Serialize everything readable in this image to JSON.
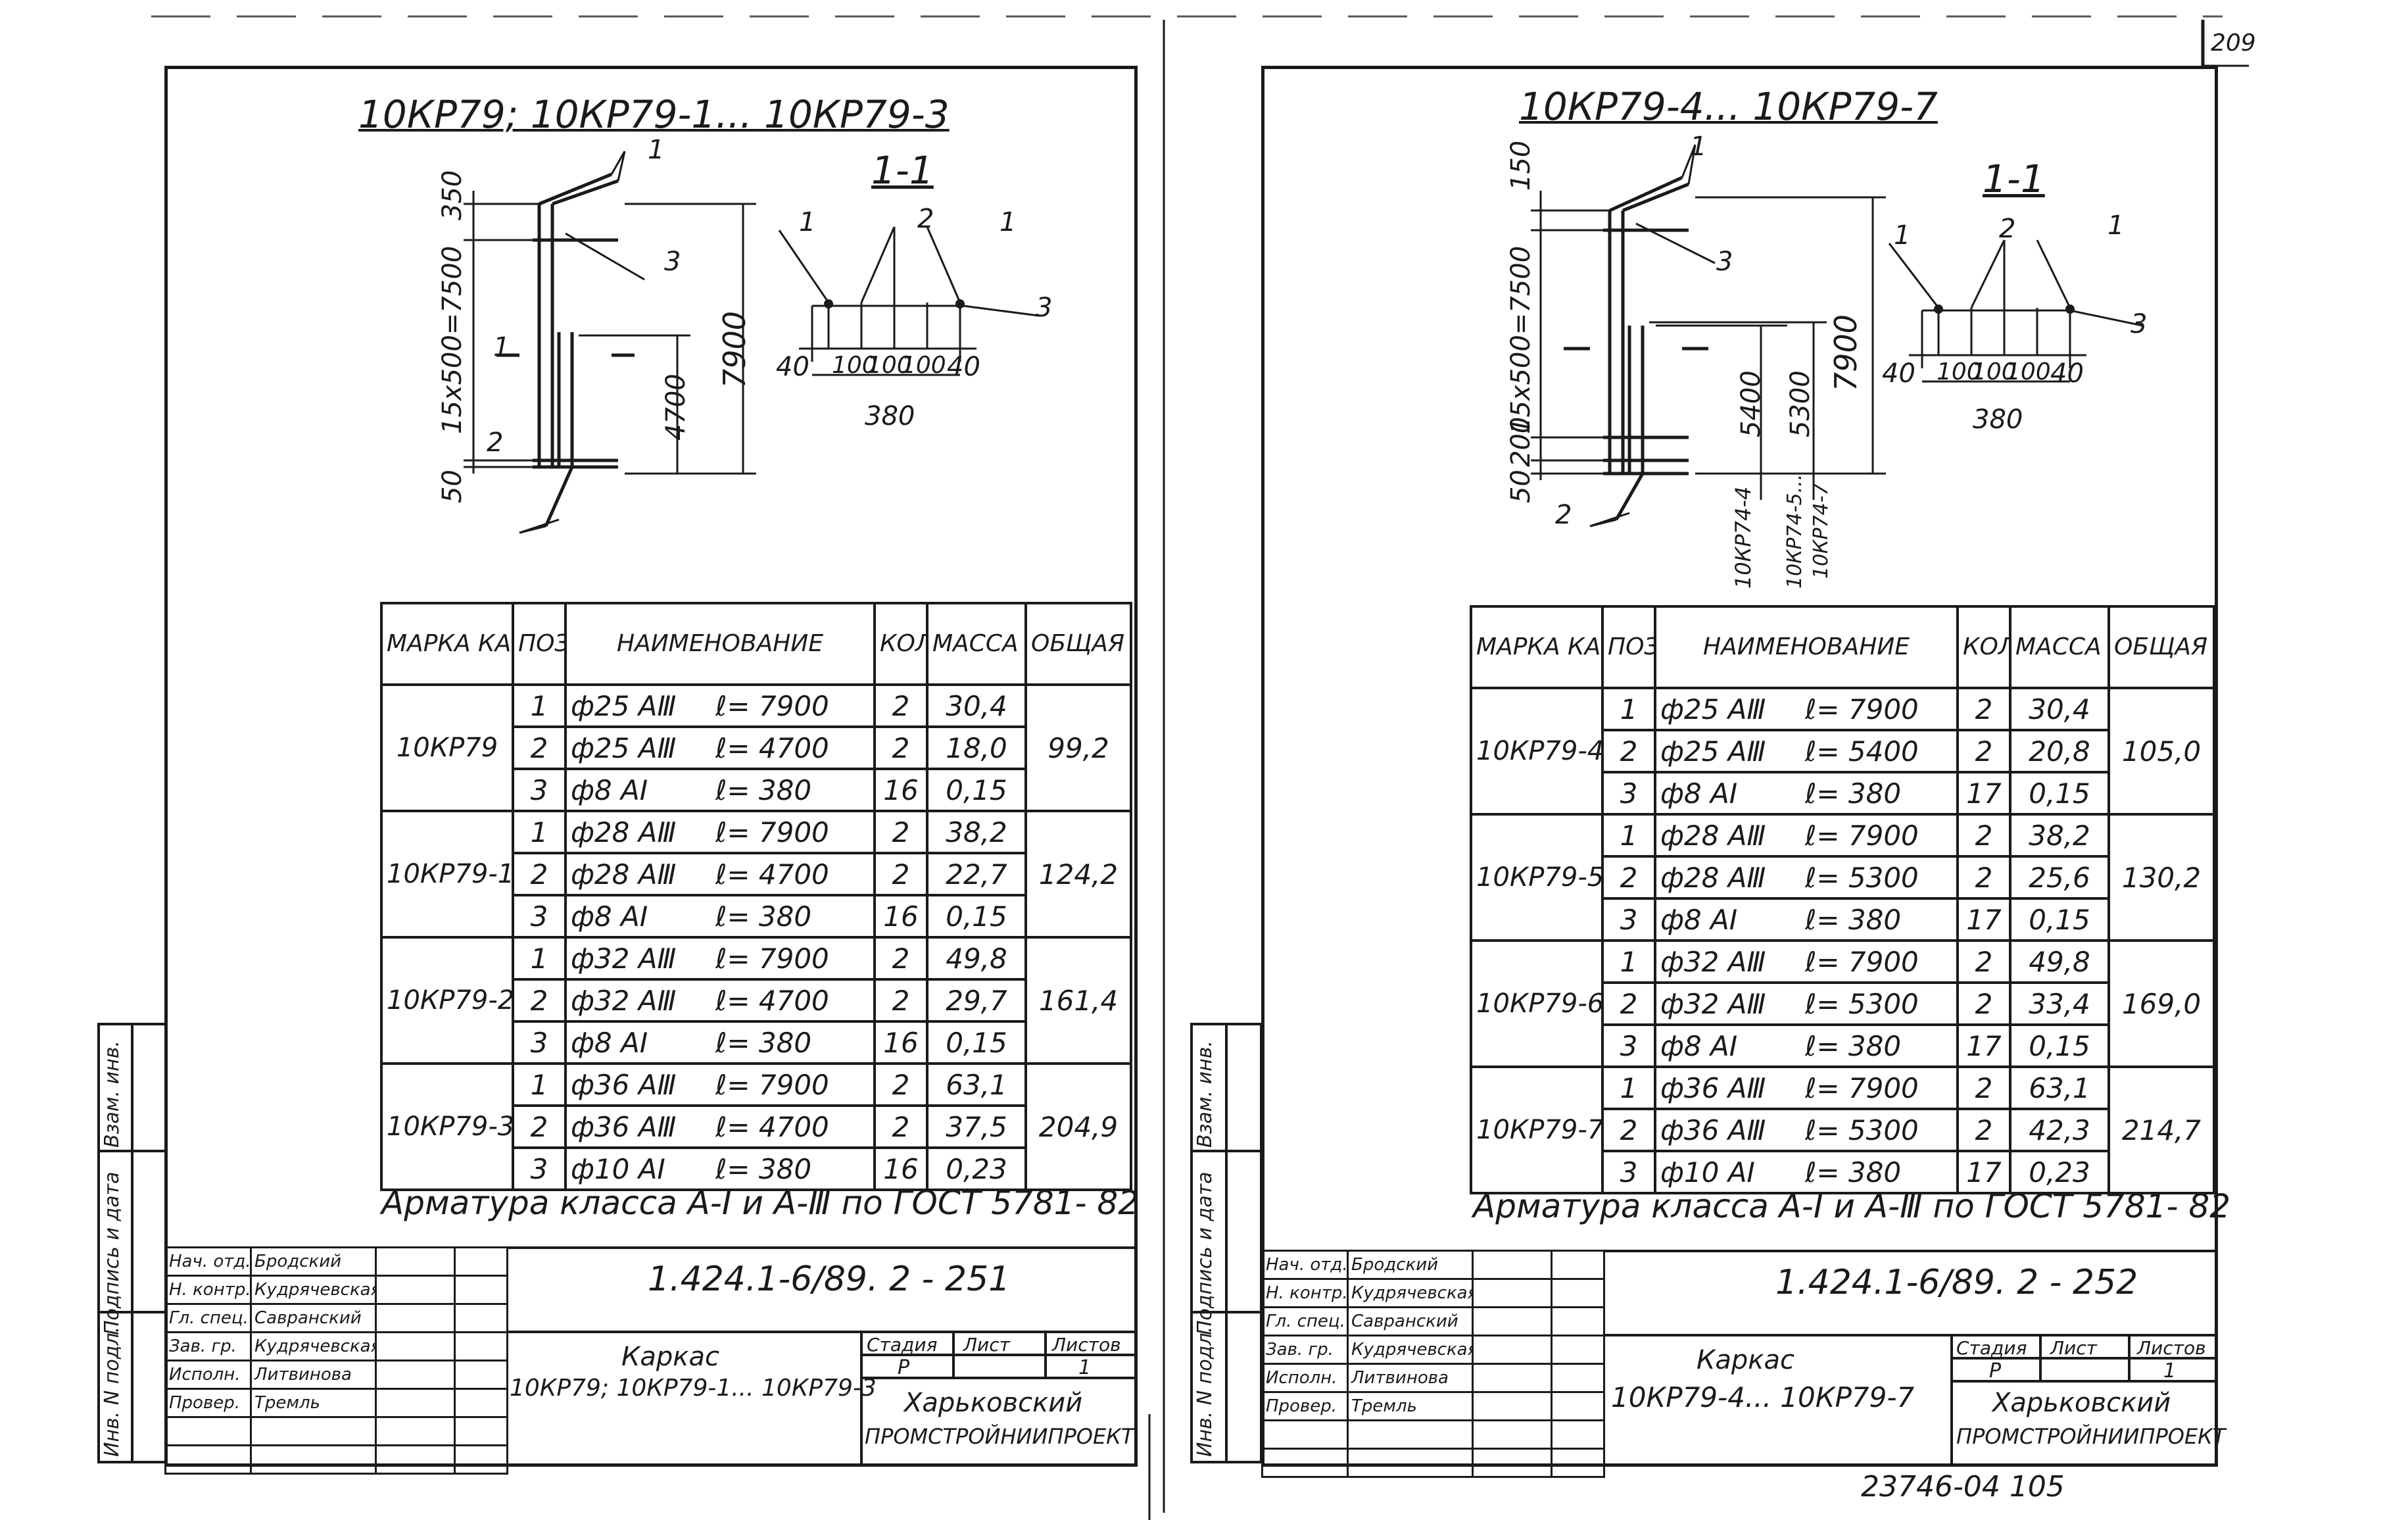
{
  "page_number": "209",
  "archive_number": "23746-04  105",
  "left": {
    "title": "10КР79; 10КР79-1... 10КР79-3",
    "section_label": "1-1",
    "drawing": {
      "callouts": [
        "1",
        "2",
        "3",
        "1",
        "1",
        "2",
        "1",
        "3"
      ],
      "dims_vertical": [
        "350",
        "15x500=7500",
        "50",
        "4700",
        "7900"
      ],
      "dims_section": [
        "40",
        "100",
        "100",
        "100",
        "40",
        "380"
      ]
    },
    "table": {
      "headers": [
        "МАРКА КАРКАСА",
        "ПОЗ.",
        "НАИМЕНОВАНИЕ",
        "КОЛ.",
        "МАССА ЕД. КГ",
        "ОБЩАЯ МАССА, КГ"
      ],
      "groups": [
        {
          "mark": "10КР79",
          "total": "99,2",
          "rows": [
            {
              "pos": "1",
              "name": "ф25 АⅢ",
              "len": "ℓ= 7900",
              "qty": "2",
              "mass": "30,4"
            },
            {
              "pos": "2",
              "name": "ф25 АⅢ",
              "len": "ℓ= 4700",
              "qty": "2",
              "mass": "18,0"
            },
            {
              "pos": "3",
              "name": "ф8 АI",
              "len": "ℓ= 380",
              "qty": "16",
              "mass": "0,15"
            }
          ]
        },
        {
          "mark": "10КР79-1",
          "total": "124,2",
          "rows": [
            {
              "pos": "1",
              "name": "ф28 АⅢ",
              "len": "ℓ= 7900",
              "qty": "2",
              "mass": "38,2"
            },
            {
              "pos": "2",
              "name": "ф28 АⅢ",
              "len": "ℓ= 4700",
              "qty": "2",
              "mass": "22,7"
            },
            {
              "pos": "3",
              "name": "ф8 АI",
              "len": "ℓ= 380",
              "qty": "16",
              "mass": "0,15"
            }
          ]
        },
        {
          "mark": "10КР79-2",
          "total": "161,4",
          "rows": [
            {
              "pos": "1",
              "name": "ф32 АⅢ",
              "len": "ℓ= 7900",
              "qty": "2",
              "mass": "49,8"
            },
            {
              "pos": "2",
              "name": "ф32 АⅢ",
              "len": "ℓ= 4700",
              "qty": "2",
              "mass": "29,7"
            },
            {
              "pos": "3",
              "name": "ф8 АI",
              "len": "ℓ= 380",
              "qty": "16",
              "mass": "0,15"
            }
          ]
        },
        {
          "mark": "10КР79-3",
          "total": "204,9",
          "rows": [
            {
              "pos": "1",
              "name": "ф36 АⅢ",
              "len": "ℓ= 7900",
              "qty": "2",
              "mass": "63,1"
            },
            {
              "pos": "2",
              "name": "ф36 АⅢ",
              "len": "ℓ= 4700",
              "qty": "2",
              "mass": "37,5"
            },
            {
              "pos": "3",
              "name": "ф10 АI",
              "len": "ℓ= 380",
              "qty": "16",
              "mass": "0,23"
            }
          ]
        }
      ]
    },
    "note": "Арматура класса А-I и А-Ⅲ по ГОСТ 5781- 82",
    "stamp": {
      "roles": [
        "Нач. отд.",
        "Н. контр.",
        "Гл. спец.",
        "Зав. гр.",
        "Исполн.",
        "Провер."
      ],
      "names": [
        "Бродский",
        "Кудрячевская",
        "Савранский",
        "Кудрячевская",
        "Литвинова",
        "Тремль"
      ],
      "code": "1.424.1-6/89. 2 - 251",
      "name_line1": "Каркас",
      "name_line2": "10КР79; 10КР79-1... 10КР79-3",
      "stage_h": "Стадия",
      "sheet_h": "Лист",
      "sheets_h": "Листов",
      "stage": "Р",
      "sheet": "",
      "sheets": "1",
      "org1": "Харьковский",
      "org2": "ПРОМСТРОЙНИИПРОЕКТ"
    },
    "side": [
      "Взам. инв.",
      "Подпись и дата",
      "Инв. N подл."
    ]
  },
  "right": {
    "title": "10КР79-4... 10КР79-7",
    "section_label": "1-1",
    "drawing": {
      "callouts": [
        "1",
        "3",
        "2",
        "1",
        "2",
        "1",
        "3"
      ],
      "dims_vertical": [
        "150",
        "15x500=7500",
        "200",
        "50",
        "5400",
        "5300",
        "7900"
      ],
      "leg_labels": [
        "10КР74-4",
        "10КР74-5...",
        "10КР74-7"
      ],
      "dims_section": [
        "40",
        "100",
        "100",
        "100",
        "40",
        "380"
      ]
    },
    "table": {
      "headers": [
        "МАРКА КАРКАСА",
        "ПОЗ.",
        "НАИМЕНОВАНИЕ",
        "КОЛ.",
        "МАССА ЕД. КГ",
        "ОБЩАЯ МАССА КГ"
      ],
      "groups": [
        {
          "mark": "10КР79-4",
          "total": "105,0",
          "rows": [
            {
              "pos": "1",
              "name": "ф25 АⅢ",
              "len": "ℓ= 7900",
              "qty": "2",
              "mass": "30,4"
            },
            {
              "pos": "2",
              "name": "ф25 АⅢ",
              "len": "ℓ= 5400",
              "qty": "2",
              "mass": "20,8"
            },
            {
              "pos": "3",
              "name": "ф8 АI",
              "len": "ℓ= 380",
              "qty": "17",
              "mass": "0,15"
            }
          ]
        },
        {
          "mark": "10КР79-5",
          "total": "130,2",
          "rows": [
            {
              "pos": "1",
              "name": "ф28 АⅢ",
              "len": "ℓ= 7900",
              "qty": "2",
              "mass": "38,2"
            },
            {
              "pos": "2",
              "name": "ф28 АⅢ",
              "len": "ℓ= 5300",
              "qty": "2",
              "mass": "25,6"
            },
            {
              "pos": "3",
              "name": "ф8 АI",
              "len": "ℓ= 380",
              "qty": "17",
              "mass": "0,15"
            }
          ]
        },
        {
          "mark": "10КР79-6",
          "total": "169,0",
          "rows": [
            {
              "pos": "1",
              "name": "ф32 АⅢ",
              "len": "ℓ= 7900",
              "qty": "2",
              "mass": "49,8"
            },
            {
              "pos": "2",
              "name": "ф32 АⅢ",
              "len": "ℓ= 5300",
              "qty": "2",
              "mass": "33,4"
            },
            {
              "pos": "3",
              "name": "ф8 АI",
              "len": "ℓ= 380",
              "qty": "17",
              "mass": "0,15"
            }
          ]
        },
        {
          "mark": "10КР79-7",
          "total": "214,7",
          "rows": [
            {
              "pos": "1",
              "name": "ф36 АⅢ",
              "len": "ℓ= 7900",
              "qty": "2",
              "mass": "63,1"
            },
            {
              "pos": "2",
              "name": "ф36 АⅢ",
              "len": "ℓ= 5300",
              "qty": "2",
              "mass": "42,3"
            },
            {
              "pos": "3",
              "name": "ф10 АI",
              "len": "ℓ= 380",
              "qty": "17",
              "mass": "0,23"
            }
          ]
        }
      ]
    },
    "note": "Арматура класса А-I и А-Ⅲ по ГОСТ 5781- 82",
    "stamp": {
      "roles": [
        "Нач. отд.",
        "Н. контр.",
        "Гл. спец.",
        "Зав. гр.",
        "Исполн.",
        "Провер."
      ],
      "names": [
        "Бродский",
        "Кудрячевская",
        "Савранский",
        "Кудрячевская",
        "Литвинова",
        "Тремль"
      ],
      "code": "1.424.1-6/89. 2 - 252",
      "name_line1": "Каркас",
      "name_line2": "10КР79-4... 10КР79-7",
      "stage_h": "Стадия",
      "sheet_h": "Лист",
      "sheets_h": "Листов",
      "stage": "Р",
      "sheet": "",
      "sheets": "1",
      "org1": "Харьковский",
      "org2": "ПРОМСТРОЙНИИПРОЕКТ"
    },
    "side": [
      "Взам. инв.",
      "Подпись и дата",
      "Инв. N подл."
    ]
  }
}
